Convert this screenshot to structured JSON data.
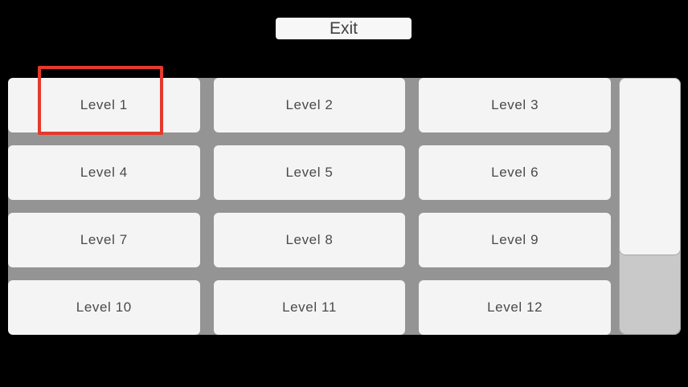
{
  "exit_button": {
    "label": "Exit"
  },
  "level_grid": {
    "columns": 3,
    "rows": 4,
    "levels": [
      "Level 1",
      "Level 2",
      "Level 3",
      "Level 4",
      "Level 5",
      "Level 6",
      "Level 7",
      "Level 8",
      "Level 9",
      "Level 10",
      "Level 11",
      "Level 12"
    ]
  },
  "selection": {
    "selected_level": "Level 1",
    "highlight_color": "#e5392c"
  },
  "scrollbar": {
    "orientation": "vertical",
    "handle_position": "top",
    "handle_percent": 69
  },
  "colors": {
    "background": "#000000",
    "panel": "#949494",
    "button_face": "#f4f4f4",
    "button_text": "#4a4a4a",
    "scroll_track": "#c9c9c9"
  }
}
